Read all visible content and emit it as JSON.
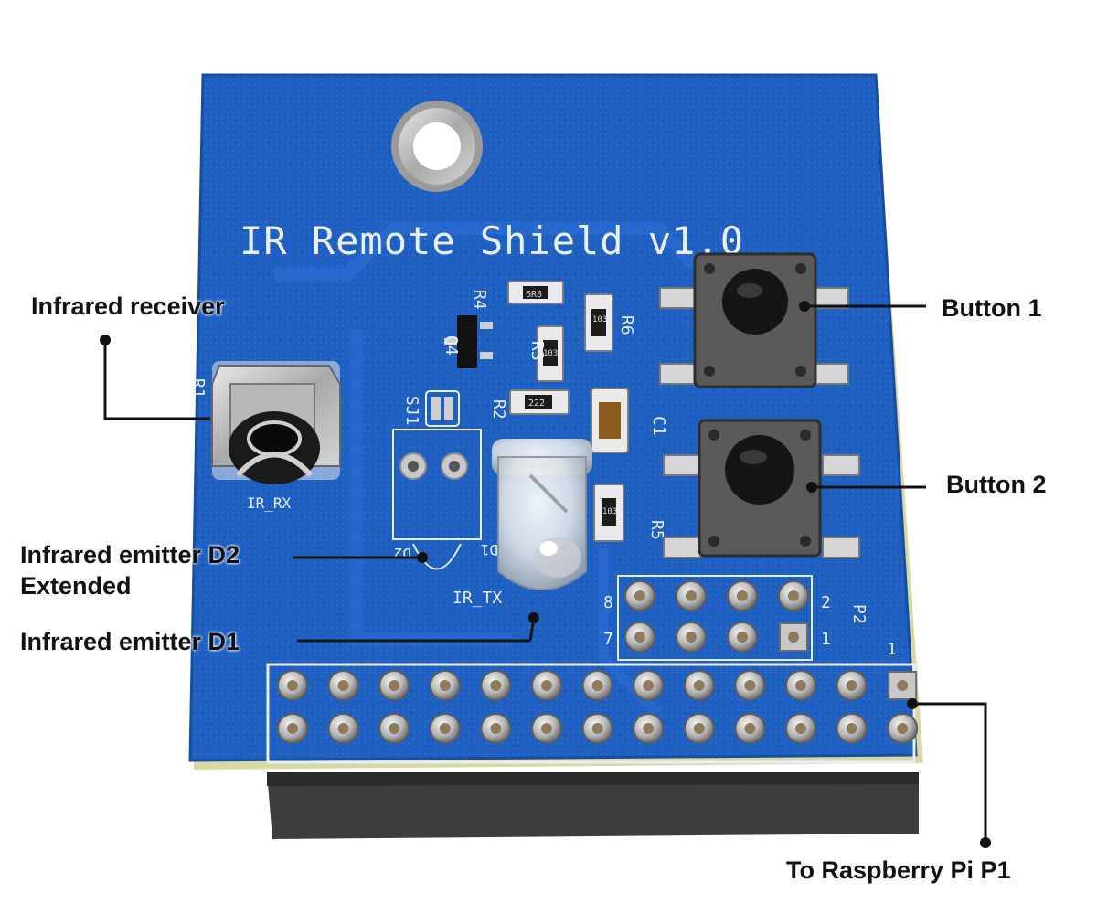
{
  "board": {
    "title": "IR Remote Shield v1.0",
    "silkscreen": {
      "r1": "R1",
      "ir_rx": "IR_RX",
      "r4": "R4",
      "r4_code": "6R8",
      "r6": "R6",
      "r6_code": "103",
      "q4": "Q4",
      "r3": "R3",
      "r3_code": "103",
      "r2": "R2",
      "r2_code": "222",
      "sj1": "SJ1",
      "c1": "C1",
      "r5": "R5",
      "r5_code": "103",
      "d2": "D2",
      "d1": "D1",
      "ir_tx": "IR_TX",
      "p2": "P2",
      "p2_pin8": "8",
      "p2_pin2": "2",
      "p2_pin7": "7",
      "p2_pin1": "1",
      "p1_pin1": "1"
    }
  },
  "callouts": {
    "infrared_receiver": "Infrared receiver",
    "button_1": "Button 1",
    "button_2": "Button 2",
    "emitter_d2_line1": "Infrared emitter D2",
    "emitter_d2_line2": "Extended",
    "emitter_d1": "Infrared emitter D1",
    "raspberry_pi": "To Raspberry Pi P1"
  },
  "colors": {
    "pcb": "#1f5fc0",
    "pcb_dark": "#174ea3",
    "silkscreen": "#e6eef8",
    "header_plastic": "#3a3a3a"
  }
}
